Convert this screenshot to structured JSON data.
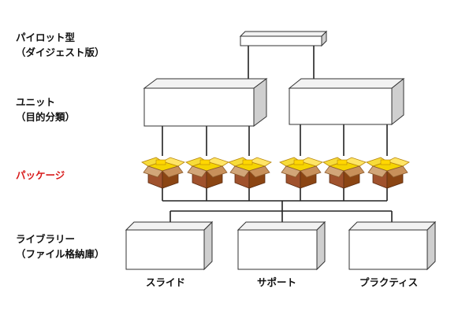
{
  "levels": {
    "pilot": {
      "title": "パイロット型",
      "subtitle": "（ダイジェスト版）"
    },
    "unit": {
      "title": "ユニット",
      "subtitle": "（目的分類）"
    },
    "package": {
      "title": "パッケージ"
    },
    "library": {
      "title": "ライブラリー",
      "subtitle": "（ファイル格納庫）"
    }
  },
  "library_items": [
    "スライド",
    "サポート",
    "プラクティス"
  ],
  "colors": {
    "package_accent": "#d81b1b",
    "box_face": "#ffffff",
    "box_side": "#cfcfcf",
    "box_top": "#f2f2f2",
    "stroke": "#333333",
    "package_brown": "#a0522d",
    "package_yellow": "#f5d400"
  },
  "icons": {
    "package": "package-icon"
  }
}
